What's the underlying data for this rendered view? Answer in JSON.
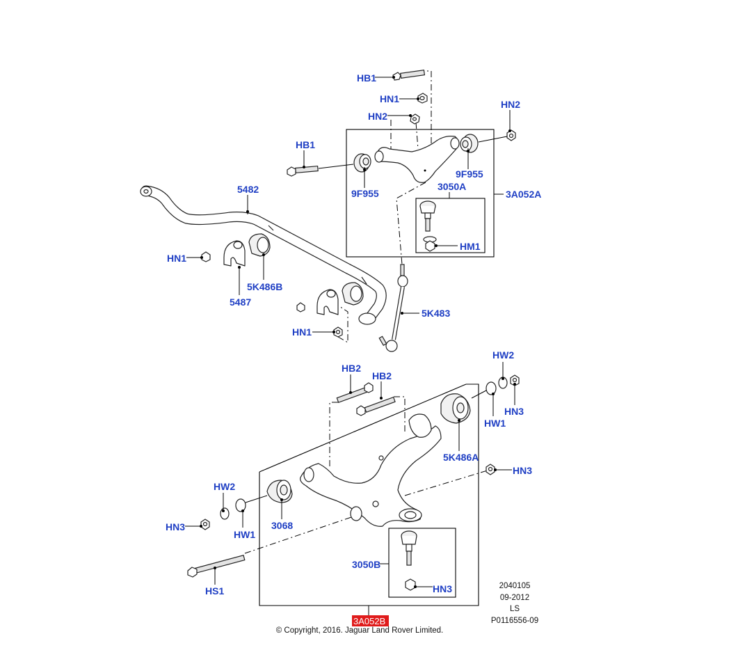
{
  "callouts": {
    "hb1_top": "HB1",
    "hn1_top": "HN1",
    "hn2_top": "HN2",
    "hn2_right": "HN2",
    "hb1_left": "HB1",
    "f9955_left": "9F955",
    "f9955_right": "9F955",
    "a3050": "3050A",
    "a3a052": "3A052A",
    "hm1": "HM1",
    "p5482": "5482",
    "hn1_left": "HN1",
    "k5486b": "5K486B",
    "p5487": "5487",
    "k5483": "5K483",
    "hn1_bottom": "HN1",
    "hb2_a": "HB2",
    "hb2_b": "HB2",
    "hw2_right": "HW2",
    "hn3_right_top": "HN3",
    "hw1_right": "HW1",
    "k5486a": "5K486A",
    "hn3_right_mid": "HN3",
    "hw2_left": "HW2",
    "hn3_left": "HN3",
    "hw1_left": "HW1",
    "p3068": "3068",
    "b3050": "3050B",
    "hn3_bottom": "HN3",
    "hs1": "HS1"
  },
  "highlight": {
    "label": "3A052B",
    "color": "#e01b1b"
  },
  "meta_block": [
    "2040105",
    "09-2012",
    "LS",
    "P0116556-09"
  ],
  "copyright": "© Copyright, 2016. Jaguar Land Rover Limited.",
  "colors": {
    "callout": "#1f3fc4",
    "line": "#000000",
    "highlight": "#e01b1b"
  }
}
